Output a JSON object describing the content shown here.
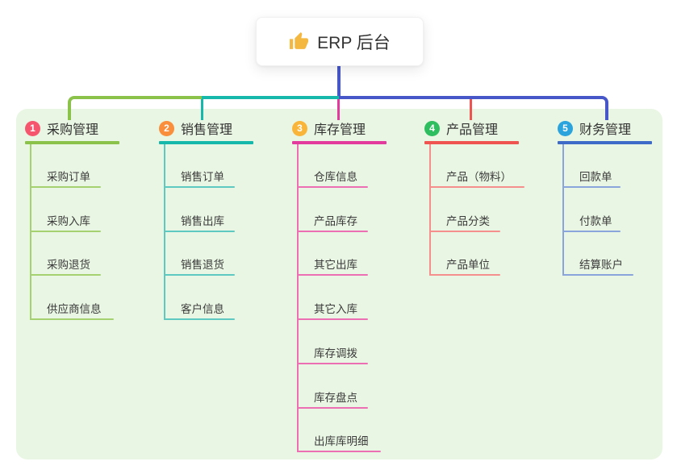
{
  "root": {
    "label": "ERP 后台",
    "icon": "thumbs-up-icon"
  },
  "branches": [
    {
      "badge": "1",
      "title": "采购管理",
      "color": "#8bc34a",
      "light_color": "#a6d171",
      "badge_color": "#f5566d",
      "children": [
        "采购订单",
        "采购入库",
        "采购退货",
        "供应商信息"
      ]
    },
    {
      "badge": "2",
      "title": "销售管理",
      "color": "#16b8ac",
      "light_color": "#5ec9c0",
      "badge_color": "#f98e3d",
      "children": [
        "销售订单",
        "销售出库",
        "销售退货",
        "客户信息"
      ]
    },
    {
      "badge": "3",
      "title": "库存管理",
      "color": "#e23a9d",
      "light_color": "#ec6fb4",
      "badge_color": "#f9b53a",
      "children": [
        "仓库信息",
        "产品库存",
        "其它出库",
        "其它入库",
        "库存调拨",
        "库存盘点",
        "出库库明细"
      ]
    },
    {
      "badge": "4",
      "title": "产品管理",
      "color": "#f05451",
      "light_color": "#f48f8d",
      "badge_color": "#2ebd5f",
      "children": [
        "产品（物料）",
        "产品分类",
        "产品单位"
      ]
    },
    {
      "badge": "5",
      "title": "财务管理",
      "color": "#3e6ac8",
      "light_color": "#8aa4dc",
      "badge_color": "#2ba3dd",
      "children": [
        "回款单",
        "付款单",
        "结算账户"
      ]
    }
  ],
  "colors": {
    "trunk": "#4757c7",
    "panel_bg": "#e9f6e3",
    "page_bg": "#ffffff",
    "node_text": "#333333",
    "child_text": "#3b3b3b",
    "icon_gold": "#f4b73f"
  }
}
